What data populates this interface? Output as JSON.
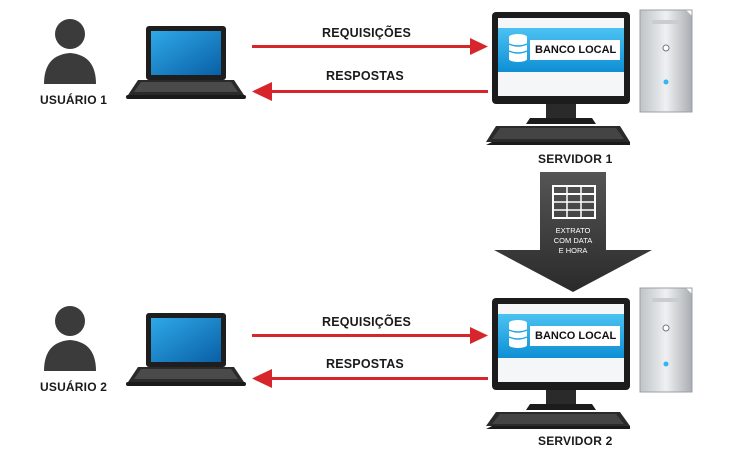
{
  "colors": {
    "arrow_red": "#d7262b",
    "down_arrow": "#3a3a3a",
    "screen_blue": "#1aa6e6",
    "user_icon": "#3b3b3b"
  },
  "rows": [
    {
      "user_label": "USUÁRIO 1",
      "requests_label": "REQUISIÇÕES",
      "responses_label": "RESPOSTAS",
      "db_label": "BANCO LOCAL",
      "server_label": "SERVIDOR 1"
    },
    {
      "user_label": "USUÁRIO 2",
      "requests_label": "REQUISIÇÕES",
      "responses_label": "RESPOSTAS",
      "db_label": "BANCO LOCAL",
      "server_label": "SERVIDOR 2"
    }
  ],
  "extract": {
    "line1": "EXTRATO",
    "line2": "COM DATA",
    "line3": "E HORA"
  }
}
